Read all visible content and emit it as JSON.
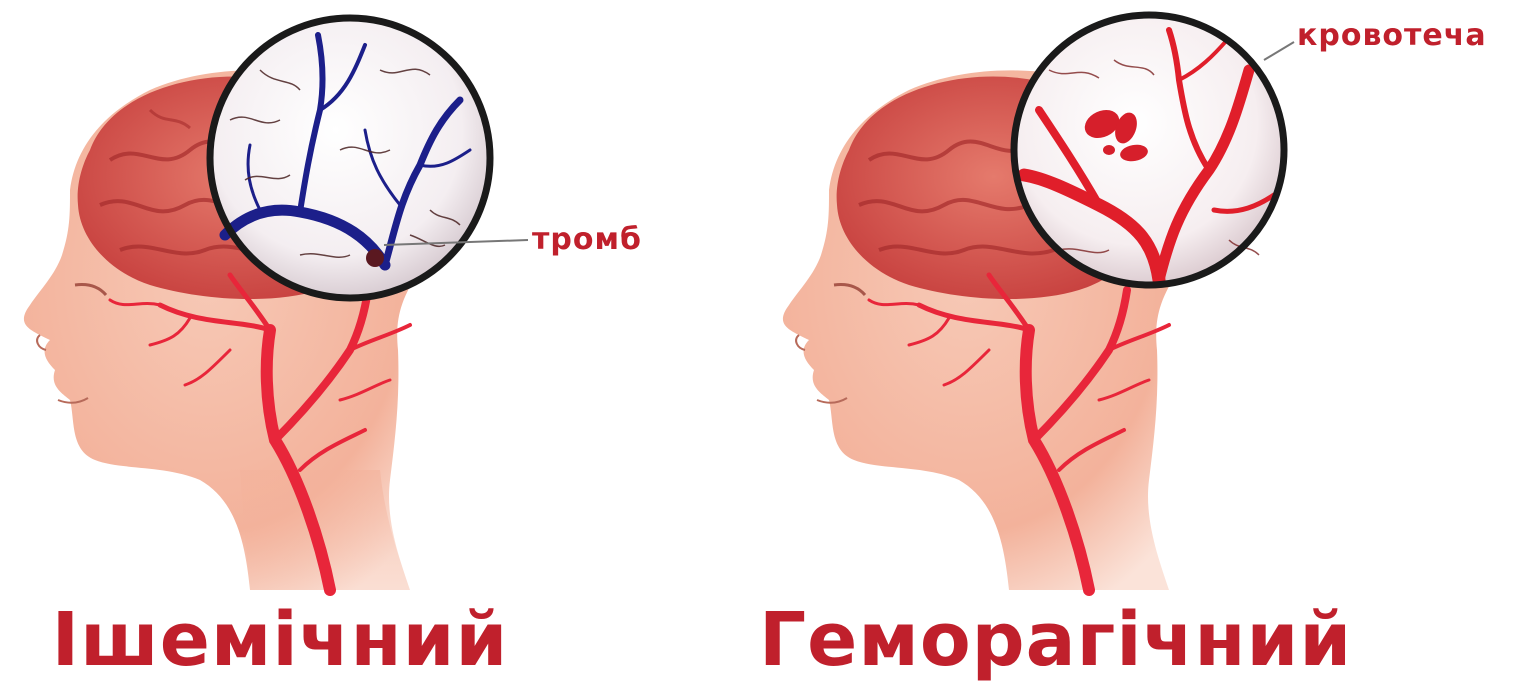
{
  "panels": {
    "ischemic": {
      "title": "Ішемічний",
      "callout": "тромб",
      "vessel_color": "#1c1f8a",
      "icons": [
        "head-profile-icon",
        "brain-icon",
        "magnifier-circle-icon",
        "blood-clot-icon"
      ]
    },
    "hemorrhagic": {
      "title": "Геморагічний",
      "callout": "кровотеча",
      "vessel_color": "#e01e2a",
      "icons": [
        "head-profile-icon",
        "brain-icon",
        "magnifier-circle-icon",
        "blood-drops-icon"
      ]
    }
  },
  "colors": {
    "label_red": "#c0202c",
    "skin": "#f6c3b0",
    "brain": "#d6564f",
    "artery": "#e8263a"
  }
}
